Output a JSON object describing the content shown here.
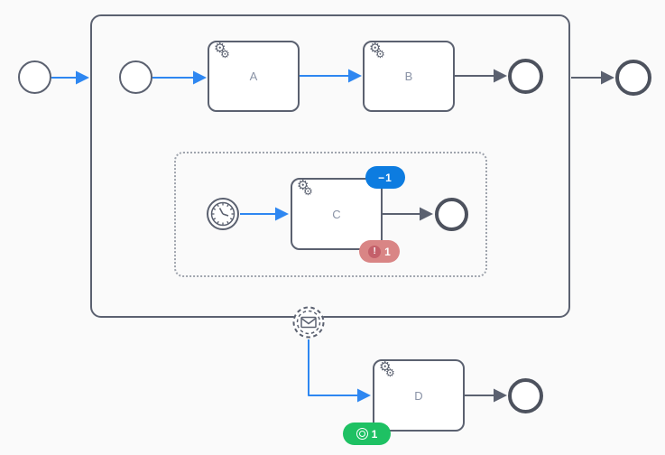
{
  "colors": {
    "background": "#fafafa",
    "shape_stroke": "#5b6170",
    "end_event_stroke": "#4d525e",
    "task_fill": "#ffffff",
    "label": "#8a93a6",
    "flow_active": "#2e87f1",
    "flow_default": "#5b6170",
    "group_stroke": "#9fa4ad",
    "badge_active": "#0d7ce0",
    "badge_incident": "#d98585",
    "badge_incident_icon": "#c4606a",
    "badge_completed": "#1ec163"
  },
  "icons": {
    "service_gear": "⚙",
    "incident_mark": "!"
  },
  "nodes": {
    "task_a": {
      "label": "A"
    },
    "task_b": {
      "label": "B"
    },
    "task_c": {
      "label": "C"
    },
    "task_d": {
      "label": "D"
    }
  },
  "overlays": {
    "active_badge": {
      "label": "−1"
    },
    "incident_badge": {
      "label": "1"
    },
    "completed_badge": {
      "label": "1"
    }
  }
}
